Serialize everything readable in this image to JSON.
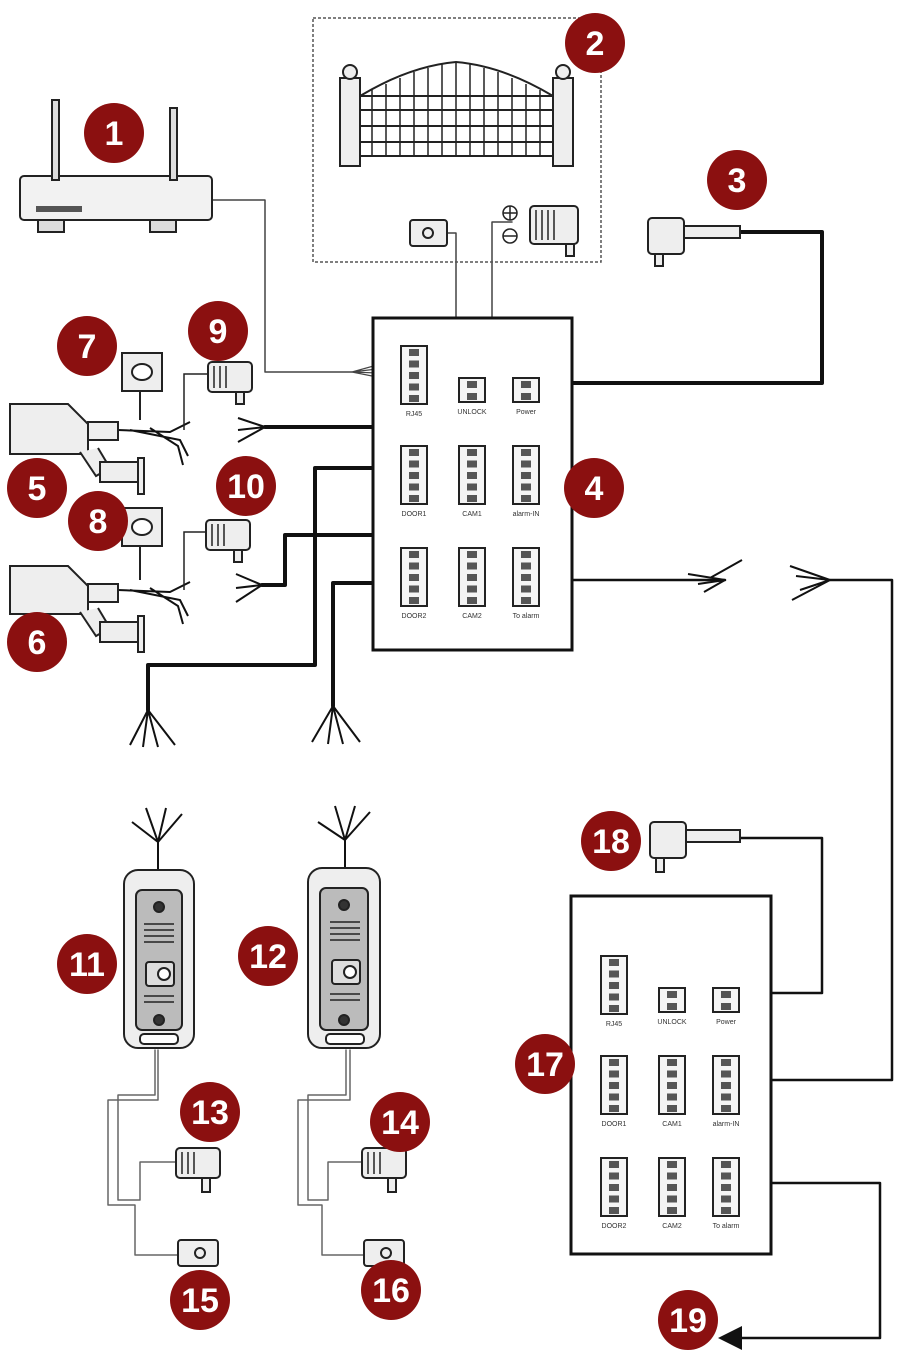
{
  "colors": {
    "badge": "#8b1010",
    "wire_thick": "#111111",
    "wire_thin": "#555555",
    "device_stroke": "#222222",
    "device_fill": "#f2f2f2"
  },
  "badges": [
    "1",
    "2",
    "3",
    "4",
    "5",
    "6",
    "7",
    "8",
    "9",
    "10",
    "11",
    "12",
    "13",
    "14",
    "15",
    "16",
    "17",
    "18",
    "19"
  ],
  "unit_a": {
    "ports": [
      "RJ45",
      "UNLOCK",
      "Power",
      "DOOR1",
      "CAM1",
      "alarm-IN",
      "DOOR2",
      "CAM2",
      "To alarm"
    ]
  },
  "unit_b": {
    "ports": [
      "RJ45",
      "UNLOCK",
      "Power",
      "DOOR1",
      "CAM1",
      "alarm-IN",
      "DOOR2",
      "CAM2",
      "To alarm"
    ]
  },
  "icons": {
    "router": "router-icon",
    "gate": "gate-icon",
    "adapter": "power-adapter-icon",
    "camera": "bullet-camera-icon",
    "switch": "wall-switch-icon",
    "door_station": "door-station-icon",
    "lock": "lock-icon"
  }
}
